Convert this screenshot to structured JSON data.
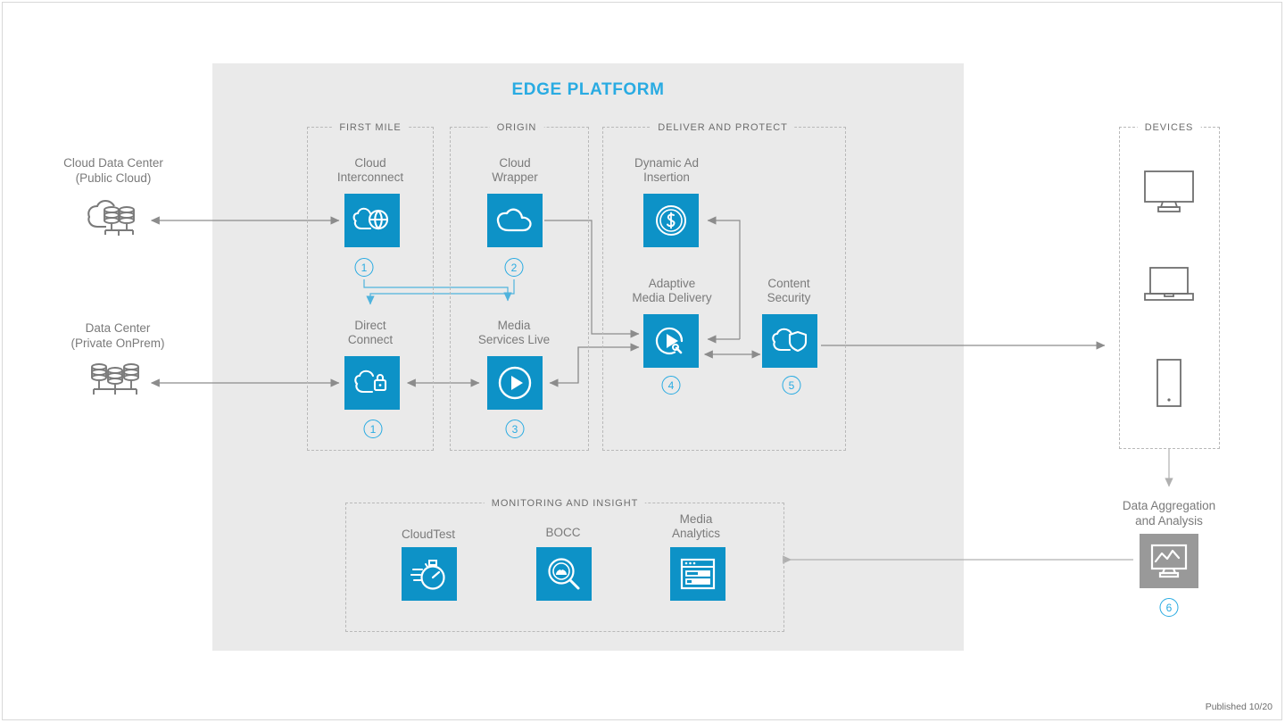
{
  "platform": {
    "title": "EDGE PLATFORM"
  },
  "footer": {
    "published": "Published 10/20"
  },
  "sources": [
    {
      "id": "cloud-data-center",
      "label": "Cloud Data Center\n(Public Cloud)",
      "icon": "cloud-database-icon"
    },
    {
      "id": "data-center",
      "label": "Data Center\n(Private OnPrem)",
      "icon": "database-stack-icon"
    }
  ],
  "groups": [
    {
      "id": "first-mile",
      "label": "FIRST MILE"
    },
    {
      "id": "origin",
      "label": "ORIGIN"
    },
    {
      "id": "deliver-and-protect",
      "label": "DELIVER AND PROTECT"
    },
    {
      "id": "monitoring-and-insight",
      "label": "MONITORING AND INSIGHT"
    },
    {
      "id": "devices",
      "label": "DEVICES"
    }
  ],
  "nodes": [
    {
      "id": "cloud-interconnect",
      "label": "Cloud\nInterconnect",
      "badge": "1",
      "icon": "cloud-globe-icon",
      "group": "first-mile"
    },
    {
      "id": "direct-connect",
      "label": "Direct\nConnect",
      "badge": "1",
      "icon": "cloud-lock-icon",
      "group": "first-mile"
    },
    {
      "id": "cloud-wrapper",
      "label": "Cloud\nWrapper",
      "badge": "2",
      "icon": "cloud-icon",
      "group": "origin"
    },
    {
      "id": "media-services-live",
      "label": "Media\nServices Live",
      "badge": "3",
      "icon": "play-circle-icon",
      "group": "origin"
    },
    {
      "id": "dynamic-ad-insertion",
      "label": "Dynamic Ad\nInsertion",
      "badge": "",
      "icon": "dollar-coin-icon",
      "group": "deliver-and-protect"
    },
    {
      "id": "adaptive-media-delivery",
      "label": "Adaptive\nMedia Delivery",
      "badge": "4",
      "icon": "play-wrench-icon",
      "group": "deliver-and-protect"
    },
    {
      "id": "content-security",
      "label": "Content\nSecurity",
      "badge": "5",
      "icon": "cloud-shield-icon",
      "group": "deliver-and-protect"
    },
    {
      "id": "cloudtest",
      "label": "CloudTest",
      "badge": "",
      "icon": "stopwatch-icon",
      "group": "monitoring-and-insight"
    },
    {
      "id": "bocc",
      "label": "BOCC",
      "badge": "",
      "icon": "gauge-magnifier-icon",
      "group": "monitoring-and-insight"
    },
    {
      "id": "media-analytics",
      "label": "Media\nAnalytics",
      "badge": "",
      "icon": "dashboard-window-icon",
      "group": "monitoring-and-insight"
    }
  ],
  "devices": [
    {
      "id": "desktop-monitor",
      "icon": "monitor-icon"
    },
    {
      "id": "laptop",
      "icon": "laptop-icon"
    },
    {
      "id": "mobile-phone",
      "icon": "phone-icon"
    }
  ],
  "analysis": {
    "id": "data-aggregation-and-analysis",
    "label": "Data Aggregation\nand Analysis",
    "badge": "6",
    "icon": "chart-monitor-icon"
  },
  "colors": {
    "tile_blue": "#0d92c7",
    "tile_grey": "#999999",
    "accent_blue": "#29ABE2",
    "panel_grey": "#eaeaea",
    "label_grey": "#7a7a7a",
    "connector_grey": "#8c8c8c",
    "connector_blue": "#4fb3dd",
    "dashed_border": "#b9b9b9"
  }
}
